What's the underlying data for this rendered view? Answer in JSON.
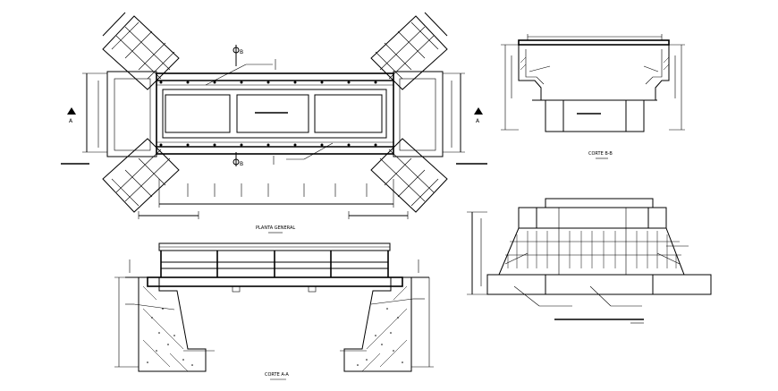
{
  "drawing": {
    "captions": {
      "planta": "PLANTA GENERAL",
      "corte_aa": "CORTE A-A",
      "corte_bb": "CORTE B-B"
    },
    "section_marks": {
      "a_left": "A",
      "a_right": "A",
      "b_top": "B",
      "b_bottom": "B"
    },
    "colors": {
      "line": "#000000",
      "background": "#ffffff"
    }
  }
}
